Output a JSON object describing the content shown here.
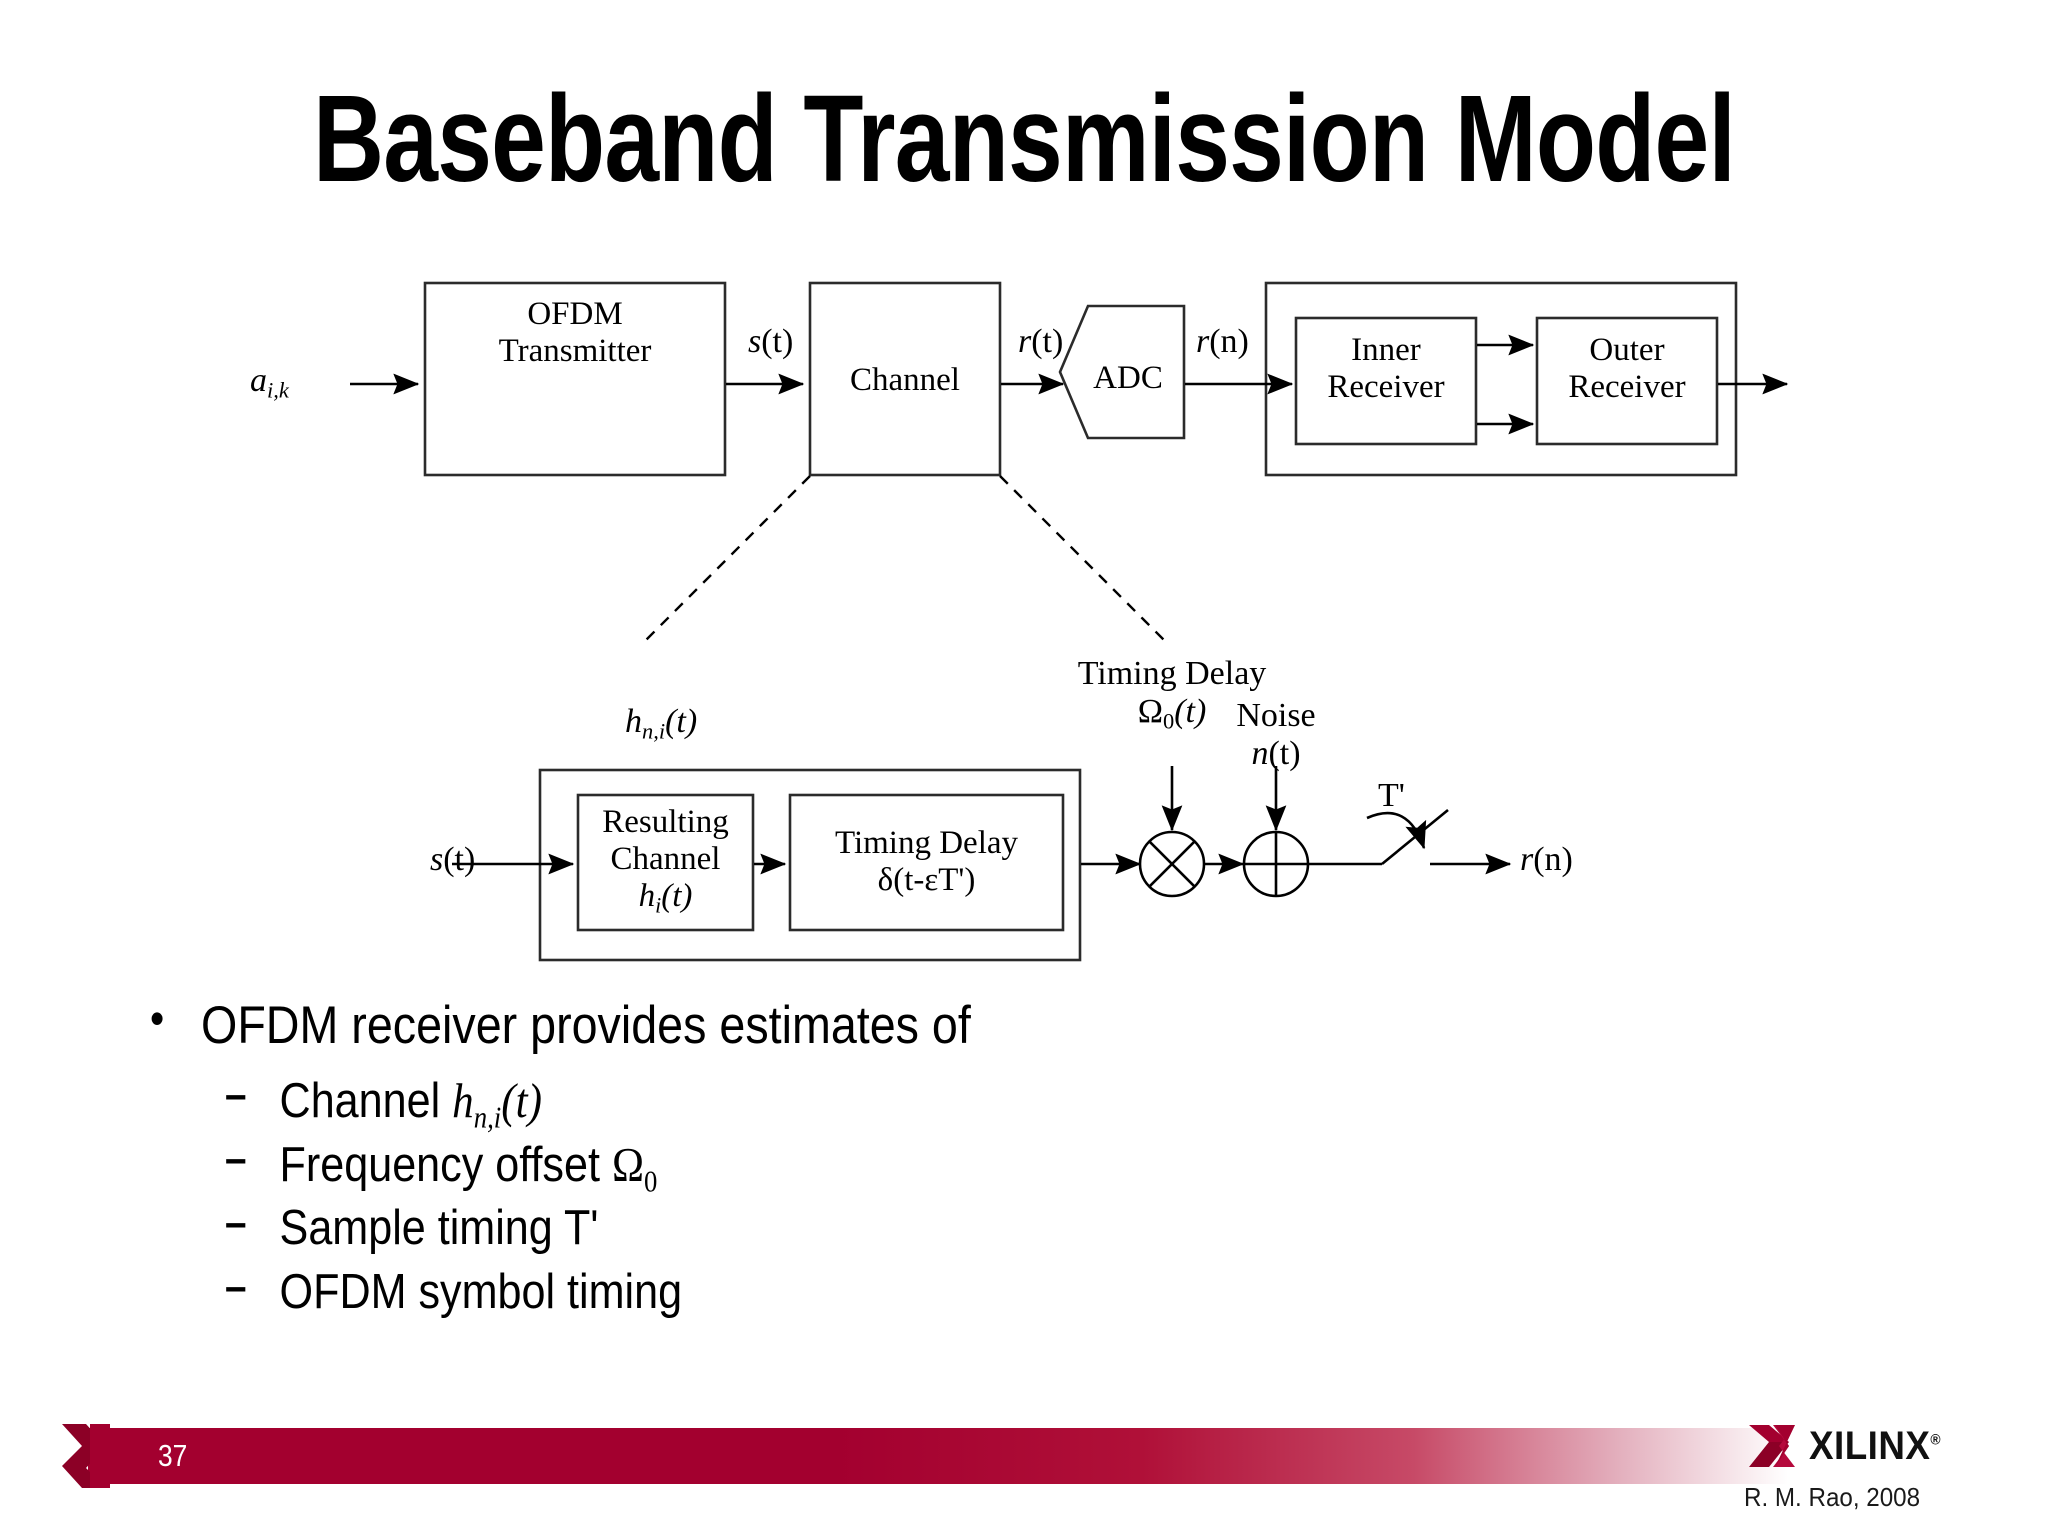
{
  "slide": {
    "title": "Baseband Transmission Model",
    "page_number": "37"
  },
  "top_diagram": {
    "input_signal": {
      "base": "a",
      "sub": "i,k"
    },
    "blocks": [
      {
        "name": "ofdm-transmitter",
        "line1": "OFDM",
        "line2": "Transmitter"
      },
      {
        "name": "channel",
        "line1": "Channel"
      },
      {
        "name": "adc",
        "line1": "ADC"
      },
      {
        "name": "inner-receiver",
        "line1": "Inner",
        "line2": "Receiver"
      },
      {
        "name": "outer-receiver",
        "line1": "Outer",
        "line2": "Receiver"
      }
    ],
    "signals": [
      {
        "name": "s-of-t",
        "base": "s",
        "arg": "(t)"
      },
      {
        "name": "r-of-t",
        "base": "r",
        "arg": "(t)"
      },
      {
        "name": "r-of-n",
        "base": "r",
        "arg": "(n)"
      }
    ]
  },
  "channel_detail": {
    "input_signal": {
      "base": "s",
      "arg": "(t)"
    },
    "output_signal": {
      "base": "r",
      "arg": "(n)"
    },
    "container_label": {
      "base": "h",
      "sub": "n,i",
      "arg": "(t)"
    },
    "blocks": [
      {
        "name": "resulting-channel",
        "line1": "Resulting",
        "line2": "Channel",
        "line3_base": "h",
        "line3_sub": "i",
        "line3_arg": "(t)"
      },
      {
        "name": "timing-delay",
        "line1": "Timing Delay",
        "line2": "δ(t-εT')"
      }
    ],
    "inputs": [
      {
        "name": "timing-delay-input",
        "line1": "Timing Delay",
        "line2_base": "Ω",
        "line2_sub": "0",
        "line2_arg": "(t)"
      },
      {
        "name": "noise-input",
        "line1": "Noise",
        "line2_base": "n",
        "line2_arg": "(t)"
      }
    ],
    "sampler_label": "T'"
  },
  "bullets": {
    "level1": {
      "marker": "•",
      "text": "OFDM receiver provides estimates of"
    },
    "level2_marker": "–",
    "items": [
      {
        "name": "bullet-channel",
        "prefix": "Channel ",
        "math_base": "h",
        "math_sub": "n,i",
        "math_arg": "(t)"
      },
      {
        "name": "bullet-frequency-offset",
        "prefix": "Frequency offset ",
        "math_base": "Ω",
        "math_sub_n": "0",
        "math_arg": ""
      },
      {
        "name": "bullet-sample-timing",
        "prefix": "Sample timing T'",
        "math_base": "",
        "math_arg": ""
      },
      {
        "name": "bullet-symbol-timing",
        "prefix": "OFDM symbol timing",
        "math_base": "",
        "math_arg": ""
      }
    ]
  },
  "footer": {
    "brand": "XILINX",
    "registered_mark": "®",
    "credit": "R. M. Rao, 2008",
    "bar_color": "#A3002F",
    "logo_mark_color": "#A3002F"
  }
}
